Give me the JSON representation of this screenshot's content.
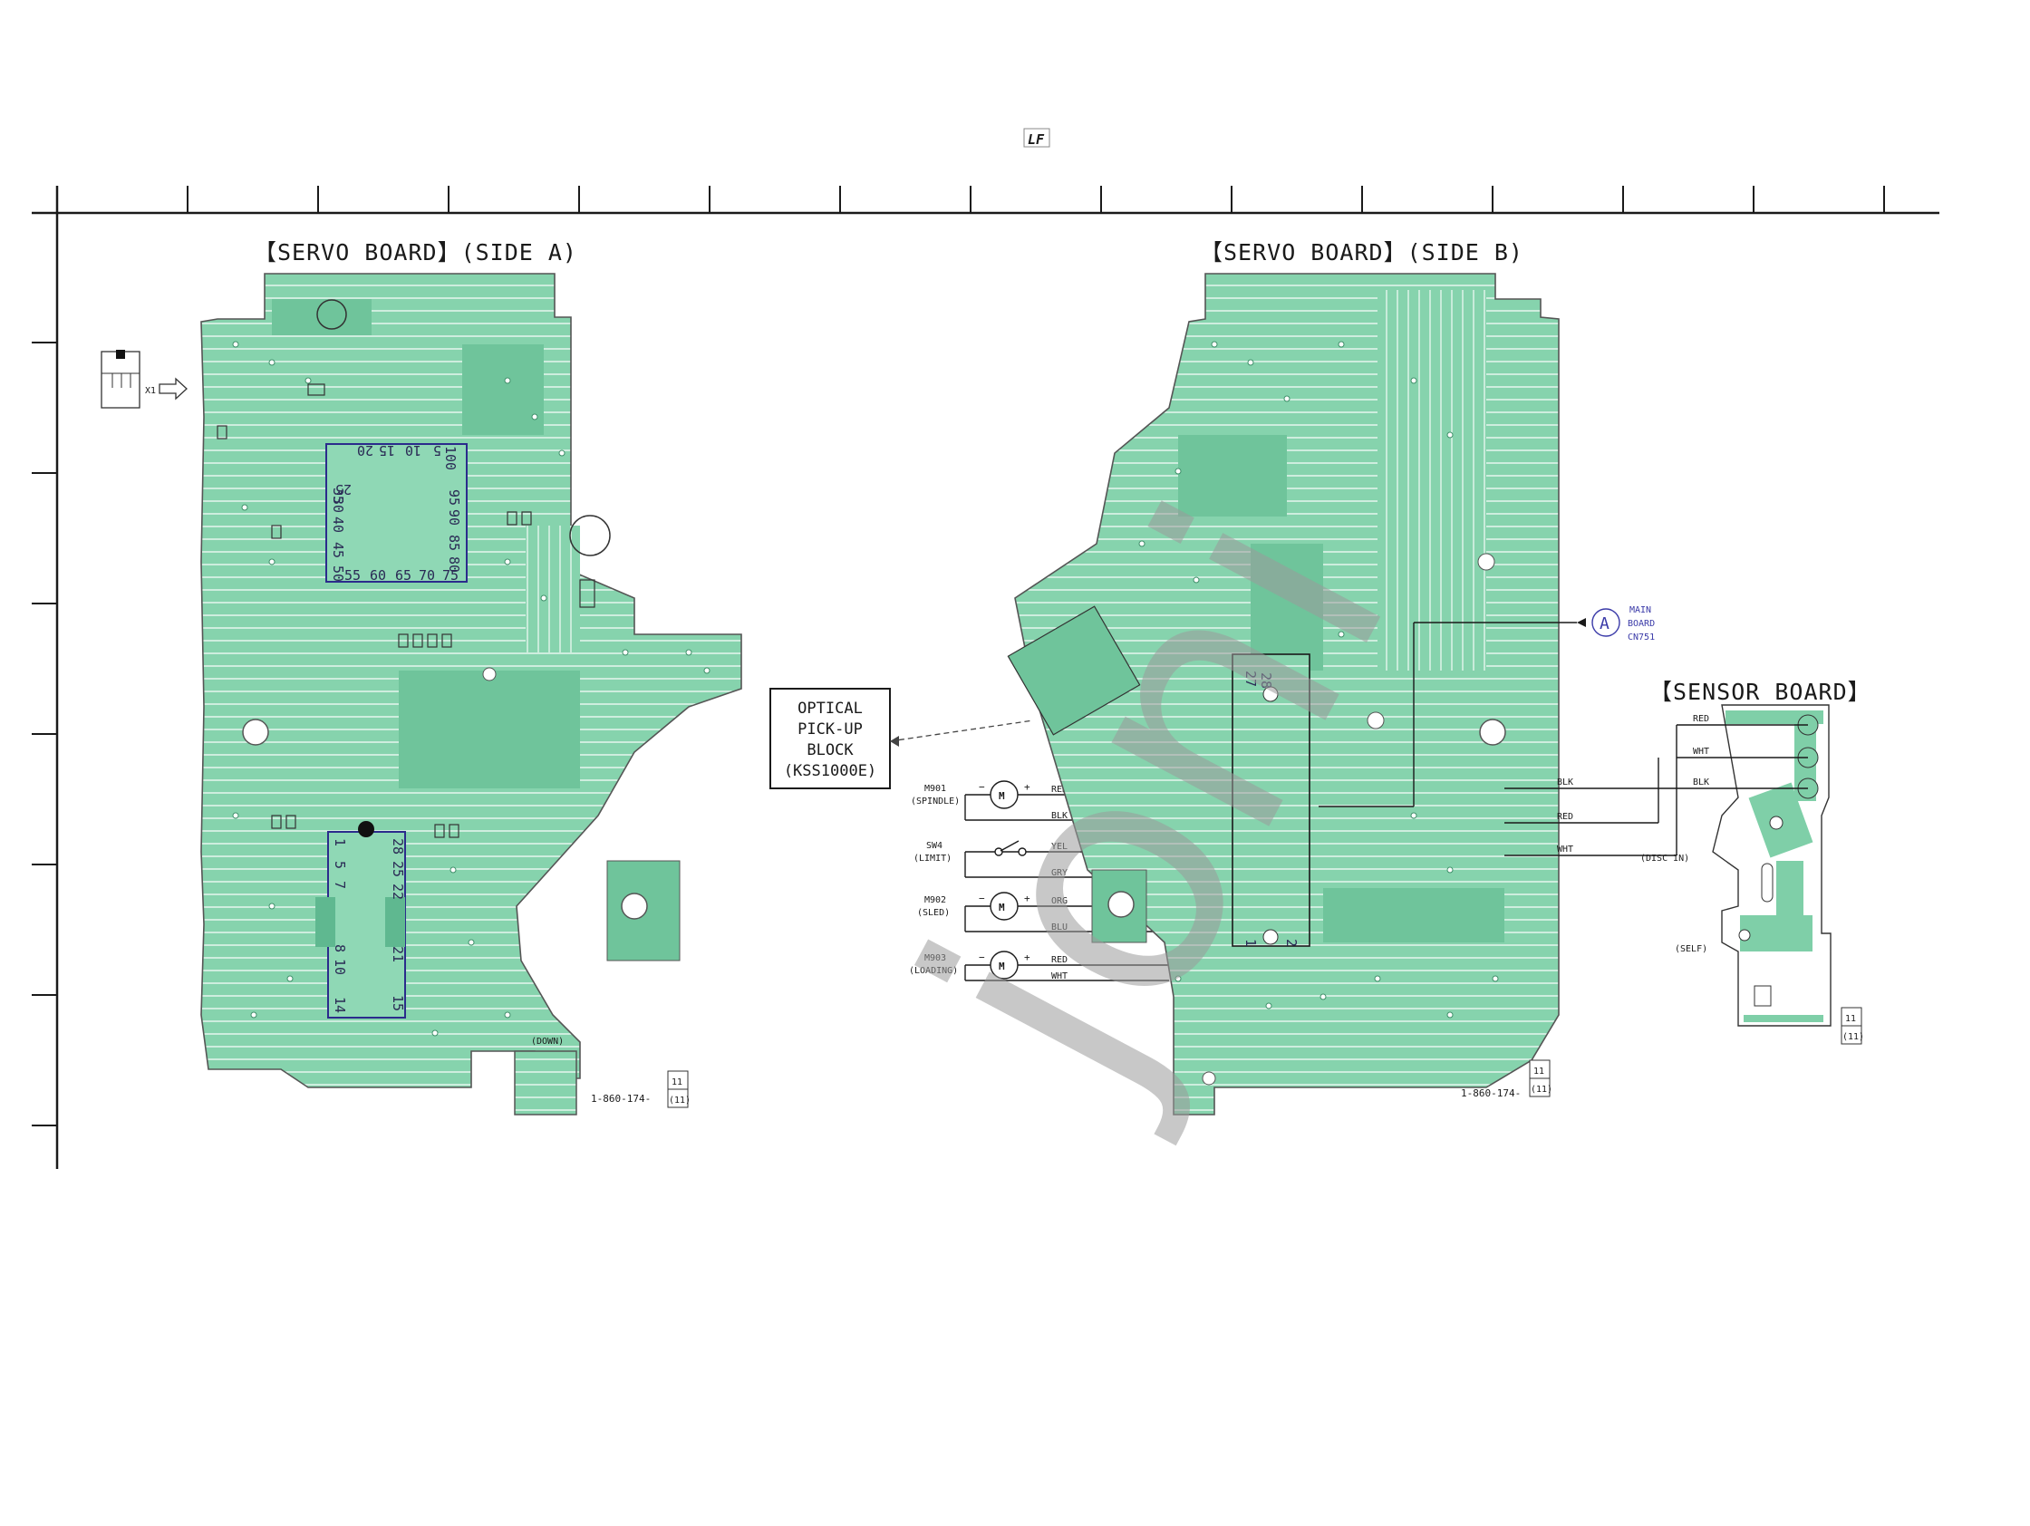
{
  "logo": "LF",
  "side_a": {
    "title": "【SERVO BOARD】(SIDE A)",
    "ic_pins_top": [
      "30",
      "25",
      "20",
      "15",
      "10",
      "5",
      "100"
    ],
    "ic_pins_left": [
      "35",
      "40",
      "45",
      "50"
    ],
    "ic_pins_bottom": [
      "55",
      "60",
      "65",
      "70",
      "75"
    ],
    "ic_pins_right": [
      "95",
      "90",
      "85",
      "80"
    ],
    "ic2_pins": [
      "1",
      "5",
      "7",
      "8",
      "10",
      "14",
      "15",
      "21",
      "22",
      "25",
      "28"
    ],
    "x1_label": "X1",
    "switch_label": "(DOWN)",
    "part_number": "1-860-174-",
    "ref_top": "11",
    "ref_bottom": "(11)"
  },
  "optical_block": {
    "line1": "OPTICAL",
    "line2": "PICK-UP",
    "line3": "BLOCK",
    "line4": "(KSS1000E)"
  },
  "motors": [
    {
      "id": "M901",
      "name": "(SPINDLE)",
      "minus": "−",
      "plus": "+",
      "wires": [
        "RED",
        "BLK"
      ]
    },
    {
      "id": "SW4",
      "name": "(LIMIT)",
      "wires": [
        "YEL",
        "GRY"
      ]
    },
    {
      "id": "M902",
      "name": "(SLED)",
      "minus": "−",
      "plus": "+",
      "wires": [
        "ORG",
        "BLU"
      ]
    },
    {
      "id": "M903",
      "name": "(LOADING)",
      "minus": "−",
      "plus": "+",
      "wires": [
        "RED",
        "WHT"
      ]
    }
  ],
  "motor_symbol": "M",
  "side_b": {
    "title": "【SERVO BOARD】(SIDE B)",
    "ic_pins": [
      "28",
      "27",
      "1",
      "2"
    ],
    "part_number": "1-860-174-",
    "ref_top": "11",
    "ref_bottom": "(11)"
  },
  "connector": {
    "circle": "A",
    "line1": "MAIN",
    "line2": "BOARD",
    "line3": "CN751"
  },
  "sensor_board": {
    "title": "【SENSOR BOARD】",
    "wires": [
      "RED",
      "WHT",
      "BLK"
    ],
    "wires_right": [
      "BLK",
      "RED",
      "WHT"
    ],
    "disc_in": "(DISC IN)",
    "self": "(SELF)",
    "ref_top": "11",
    "ref_bottom": "(11)"
  },
  "watermark": "joni",
  "colors": {
    "pcb": "#7fcfa8",
    "pcb_dark": "#5fb890",
    "ic_outline": "#2b2b8c",
    "frame": "#1a1a1a"
  }
}
